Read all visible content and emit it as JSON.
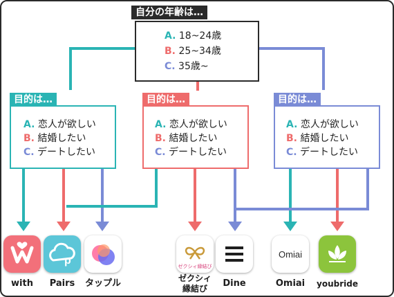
{
  "colors": {
    "teal": "#2ab4b4",
    "red": "#ee6b6b",
    "blue": "#7a8bd6",
    "dark": "#2a2a2a"
  },
  "age_question": {
    "title": "自分の年齢は…",
    "options": [
      {
        "key": "A.",
        "text": "18~24歳"
      },
      {
        "key": "B.",
        "text": "25~34歳"
      },
      {
        "key": "C.",
        "text": "35歳~"
      }
    ]
  },
  "purpose_boxes": [
    {
      "tag": "目的は…",
      "tag_color": "teal",
      "options": [
        {
          "key": "A.",
          "text": "恋人が欲しい"
        },
        {
          "key": "B.",
          "text": "結婚したい"
        },
        {
          "key": "C.",
          "text": "デートしたい"
        }
      ]
    },
    {
      "tag": "目的は…",
      "tag_color": "red",
      "options": [
        {
          "key": "A.",
          "text": "恋人が欲しい"
        },
        {
          "key": "B.",
          "text": "結婚したい"
        },
        {
          "key": "C.",
          "text": "デートしたい"
        }
      ]
    },
    {
      "tag": "目的は…",
      "tag_color": "blue",
      "options": [
        {
          "key": "A.",
          "text": "恋人が欲しい"
        },
        {
          "key": "B.",
          "text": "結婚したい"
        },
        {
          "key": "C.",
          "text": "デートしたい"
        }
      ]
    }
  ],
  "apps": [
    {
      "name": "with",
      "icon": "with-heart-icon"
    },
    {
      "name": "Pairs",
      "icon": "pairs-cloud-icon"
    },
    {
      "name": "タップル",
      "icon": "tapple-circles-icon"
    },
    {
      "name": "ゼクシィ縁結び",
      "name_line1": "ゼクシィ",
      "name_line2": "縁結び",
      "icon": "zexy-ribbon-icon",
      "icon_text": "ゼクシィ縁結び"
    },
    {
      "name": "Dine",
      "icon": "dine-lines-icon"
    },
    {
      "name": "Omiai",
      "icon": "omiai-logo-icon",
      "icon_text": "Omiai"
    },
    {
      "name": "youbride",
      "icon": "youbride-lotus-icon"
    }
  ]
}
